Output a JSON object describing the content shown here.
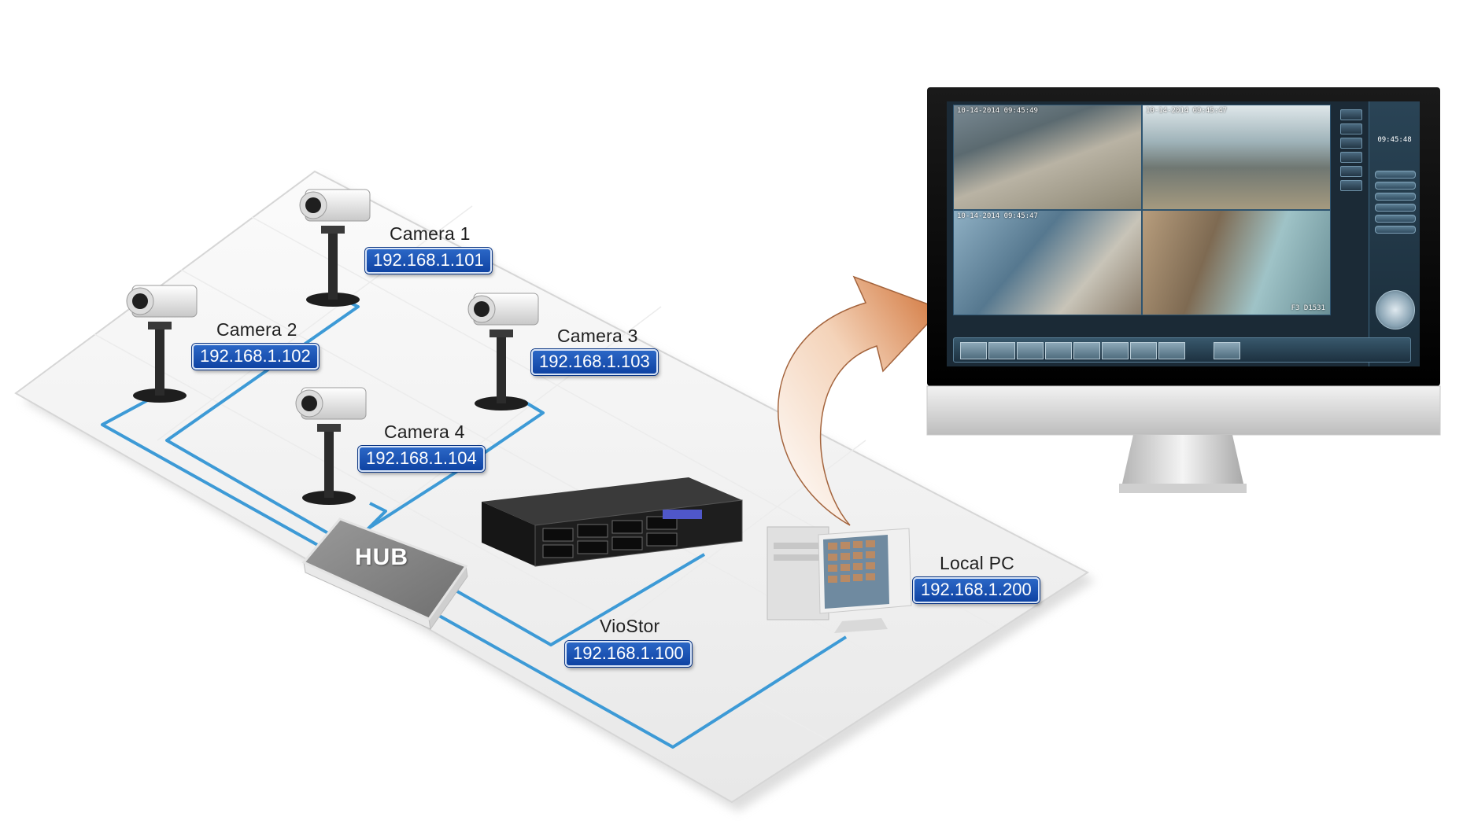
{
  "network": {
    "cameras": [
      {
        "label": "Camera 1",
        "ip": "192.168.1.101"
      },
      {
        "label": "Camera 2",
        "ip": "192.168.1.102"
      },
      {
        "label": "Camera 3",
        "ip": "192.168.1.103"
      },
      {
        "label": "Camera 4",
        "ip": "192.168.1.104"
      }
    ],
    "hub": {
      "label": "HUB"
    },
    "viostor": {
      "label": "VioStor",
      "ip": "192.168.1.100"
    },
    "local_pc": {
      "label": "Local PC",
      "ip": "192.168.1.200"
    }
  },
  "monitor": {
    "tiles": [
      {
        "timestamp": "10-14-2014 09:45:49"
      },
      {
        "timestamp": "10-14-2014 09:45:47"
      },
      {
        "timestamp": "10-14-2014 09:45:47"
      },
      {
        "timestamp": "",
        "caption": "F3 D1531"
      }
    ],
    "clock": "09:45:48"
  },
  "colors": {
    "cable": "#3d9ad6",
    "label_badge": "#1a4fb0",
    "arrow": "#d99062"
  }
}
